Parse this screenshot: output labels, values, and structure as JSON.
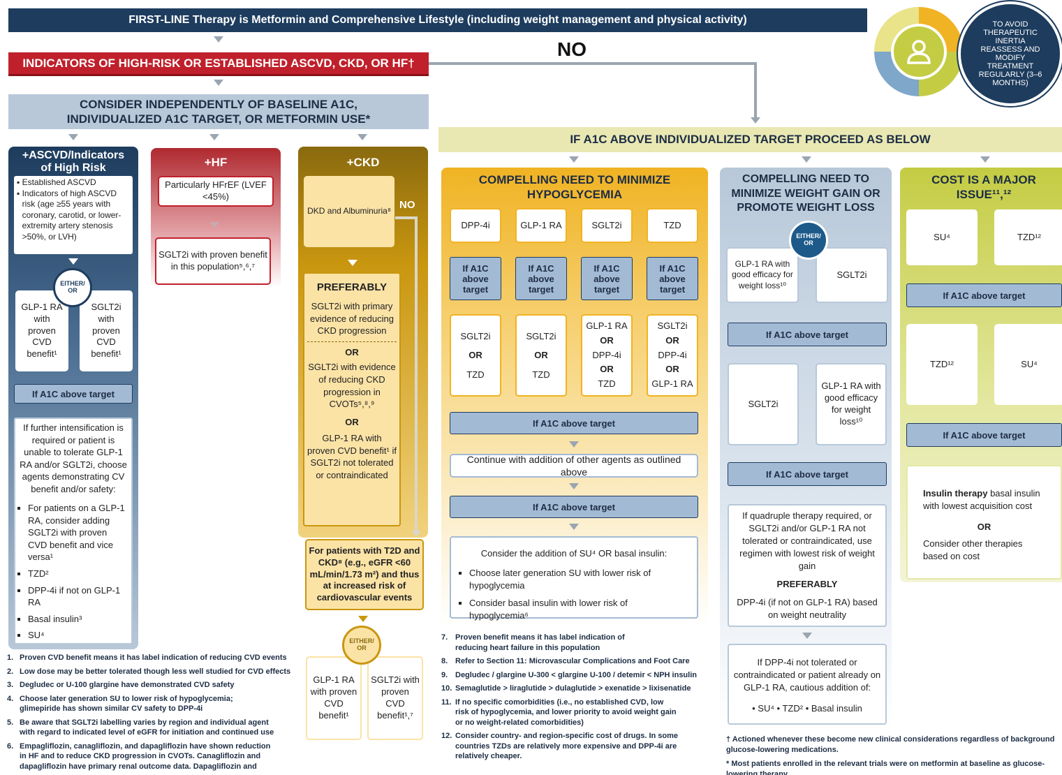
{
  "top_bar": "FIRST-LINE Therapy is Metformin and Comprehensive Lifestyle (including weight management and physical activity)",
  "no_label_top": "NO",
  "red_bar": "INDICATORS OF HIGH-RISK OR ESTABLISHED ASCVD, CKD, OR HF†",
  "consider_bar": [
    "CONSIDER INDEPENDENTLY OF BASELINE A1C,",
    "INDIVIDUALIZED A1C TARGET, OR METFORMIN USE*"
  ],
  "inertia": "TO AVOID THERAPEUTIC INERTIA REASSESS AND MODIFY TREATMENT REGULARLY (3–6 MONTHS)",
  "proceed_bar": "IF A1C ABOVE INDIVIDUALIZED TARGET PROCEED AS BELOW",
  "ascvd": {
    "title": [
      "+ASCVD/Indicators",
      "of High Risk"
    ],
    "bullet1": "Established ASCVD",
    "bullet2": "Indicators of high ASCVD risk (age ≥55 years with coronary, carotid, or lower-extremity artery stenosis >50%, or LVH)",
    "either": "EITHER/ OR",
    "opt_left": "GLP-1 RA with proven CVD benefit¹",
    "opt_right": "SGLT2i with proven CVD benefit¹",
    "a1c": "If A1C above target",
    "intens": "If further intensification is required or patient is unable to tolerate GLP-1 RA and/or SGLT2i, choose agents demonstrating CV benefit and/or safety:",
    "list": [
      "For patients on a GLP-1 RA, consider adding SGLT2i with proven CVD benefit and vice versa¹",
      "TZD²",
      "DPP-4i if not on GLP-1 RA",
      "Basal insulin³",
      "SU⁴"
    ]
  },
  "hf": {
    "title": "+HF",
    "box1": "Particularly HFrEF (LVEF <45%)",
    "box2": "SGLT2i with proven benefit in this population⁵,⁶,⁷"
  },
  "ckd": {
    "title": "+CKD",
    "dkd": "DKD and Albuminuria⁸",
    "no": "NO",
    "pref_title": "PREFERABLY",
    "pref1": "SGLT2i with primary evidence of reducing CKD progression",
    "or1": "OR",
    "pref2": "SGLT2i with evidence of reducing CKD progression in CVOTs⁵,⁸,⁹",
    "or2": "OR",
    "pref3": "GLP-1 RA with proven CVD benefit¹ if SGLT2i not tolerated or contraindicated",
    "t2d": "For patients with T2D and CKD⁸ (e.g., eGFR <60 mL/min/1.73 m²) and thus at increased risk of cardiovascular events",
    "either": "EITHER/ OR",
    "opt_left": "GLP-1 RA with proven CVD benefit¹",
    "opt_right": "SGLT2i with proven CVD benefit¹,⁷"
  },
  "hypo": {
    "title": [
      "COMPELLING NEED TO MINIMIZE",
      "HYPOGLYCEMIA"
    ],
    "drugs": [
      "DPP-4i",
      "GLP-1 RA",
      "SGLT2i",
      "TZD"
    ],
    "a1c_small": [
      "If A1C above target",
      "If A1C above target",
      "If A1C above target",
      "If A1C above target"
    ],
    "c1": [
      "SGLT2i",
      "OR",
      "TZD"
    ],
    "c2": [
      "SGLT2i",
      "OR",
      "TZD"
    ],
    "c3": [
      "GLP-1 RA",
      "OR",
      "DPP-4i",
      "OR",
      "TZD"
    ],
    "c4": [
      "SGLT2i",
      "OR",
      "DPP-4i",
      "OR",
      "GLP-1 RA"
    ],
    "a1c_wide1": "If A1C above target",
    "continue": "Continue with addition of other agents as outlined above",
    "a1c_wide2": "If A1C above target",
    "su_title": "Consider the addition of SU⁴ OR basal insulin:",
    "su_list": [
      "Choose later generation SU with lower risk of hypoglycemia",
      "Consider basal insulin with lower risk of hypoglycemia⁶"
    ]
  },
  "weight": {
    "title": [
      "COMPELLING NEED TO",
      "MINIMIZE WEIGHT GAIN OR",
      "PROMOTE WEIGHT LOSS"
    ],
    "either": "EITHER/ OR",
    "glp": "GLP-1 RA with good efficacy for weight loss¹⁰",
    "sglt": "SGLT2i",
    "a1c1": "If A1C above target",
    "sglt2": "SGLT2i",
    "glp2": "GLP-1 RA with good efficacy for weight loss¹⁰",
    "a1c2": "If A1C above target",
    "quad": "If quadruple therapy required, or SGLT2i and/or GLP-1 RA not tolerated or contraindicated, use regimen with lowest risk of weight gain",
    "pref": "PREFERABLY",
    "dpp": "DPP-4i (if not on GLP-1 RA) based on weight neutrality",
    "last": "If DPP-4i not tolerated or contraindicated or patient already on GLP-1 RA, cautious addition of:",
    "last_list": "• SU⁴ • TZD² • Basal insulin"
  },
  "cost": {
    "title": [
      "COST IS A MAJOR",
      "ISSUE¹¹,¹²"
    ],
    "su": "SU⁴",
    "tzd": "TZD¹²",
    "a1c1": "If A1C above target",
    "tzd2": "TZD¹²",
    "su2": "SU⁴",
    "a1c2": "If A1C above target",
    "ins_bold": "Insulin therapy",
    "ins_rest": " basal insulin with lowest acquisition cost",
    "or": "OR",
    "other": "Consider other therapies based on cost"
  },
  "footnotes_left": [
    {
      "n": "1.",
      "t": "Proven CVD benefit means it has label indication of reducing CVD events"
    },
    {
      "n": "2.",
      "t": "Low dose may be better tolerated though less well studied for CVD effects"
    },
    {
      "n": "3.",
      "t": "Degludec or U-100 glargine have demonstrated CVD safety"
    },
    {
      "n": "4.",
      "t": "Choose later generation SU to lower risk of hypoglycemia; glimepiride has shown similar CV safety to DPP-4i"
    },
    {
      "n": "5.",
      "t": "Be aware that SGLT2i labelling varies by region and individual agent with regard to indicated level of eGFR for initiation and continued use"
    },
    {
      "n": "6.",
      "t": "Empagliflozin, canagliflozin, and dapagliflozin have shown reduction in HF and to reduce CKD progression in CVOTs. Canagliflozin and dapagliflozin have primary renal outcome data. Dapagliflozin and"
    }
  ],
  "footnotes_mid": [
    {
      "n": "7.",
      "t": "Proven benefit means it has label indication of reducing heart failure in this population"
    },
    {
      "n": "8.",
      "t": "Refer to Section 11: Microvascular Complications and Foot Care"
    },
    {
      "n": "9.",
      "t": "Degludec / glargine U-300 < glargine U-100 / detemir < NPH insulin"
    },
    {
      "n": "10.",
      "t": "Semaglutide > liraglutide > dulaglutide > exenatide > lixisenatide"
    },
    {
      "n": "11.",
      "t": "If no specific comorbidities (i.e., no established CVD, low risk of hypoglycemia, and lower priority to avoid weight gain or no weight-related comorbidities)"
    },
    {
      "n": "12.",
      "t": "Consider country- and region-specific cost of drugs. In some countries TZDs are relatively more expensive and DPP-4i are relatively cheaper."
    }
  ],
  "footnote_dagger": "† Actioned whenever these become new clinical considerations regardless of background glucose-lowering medications.",
  "footnote_star": "* Most patients enrolled in the relevant trials were on metformin at baseline as glucose-lowering therapy.",
  "colors": {
    "navy": "#1d3c5e",
    "red": "#c0202b",
    "blue_light": "#b8c8d9",
    "ckd": "#c9960f",
    "hypo": "#f0b323",
    "cost": "#c4cc43",
    "pill": "#a3bad4"
  }
}
